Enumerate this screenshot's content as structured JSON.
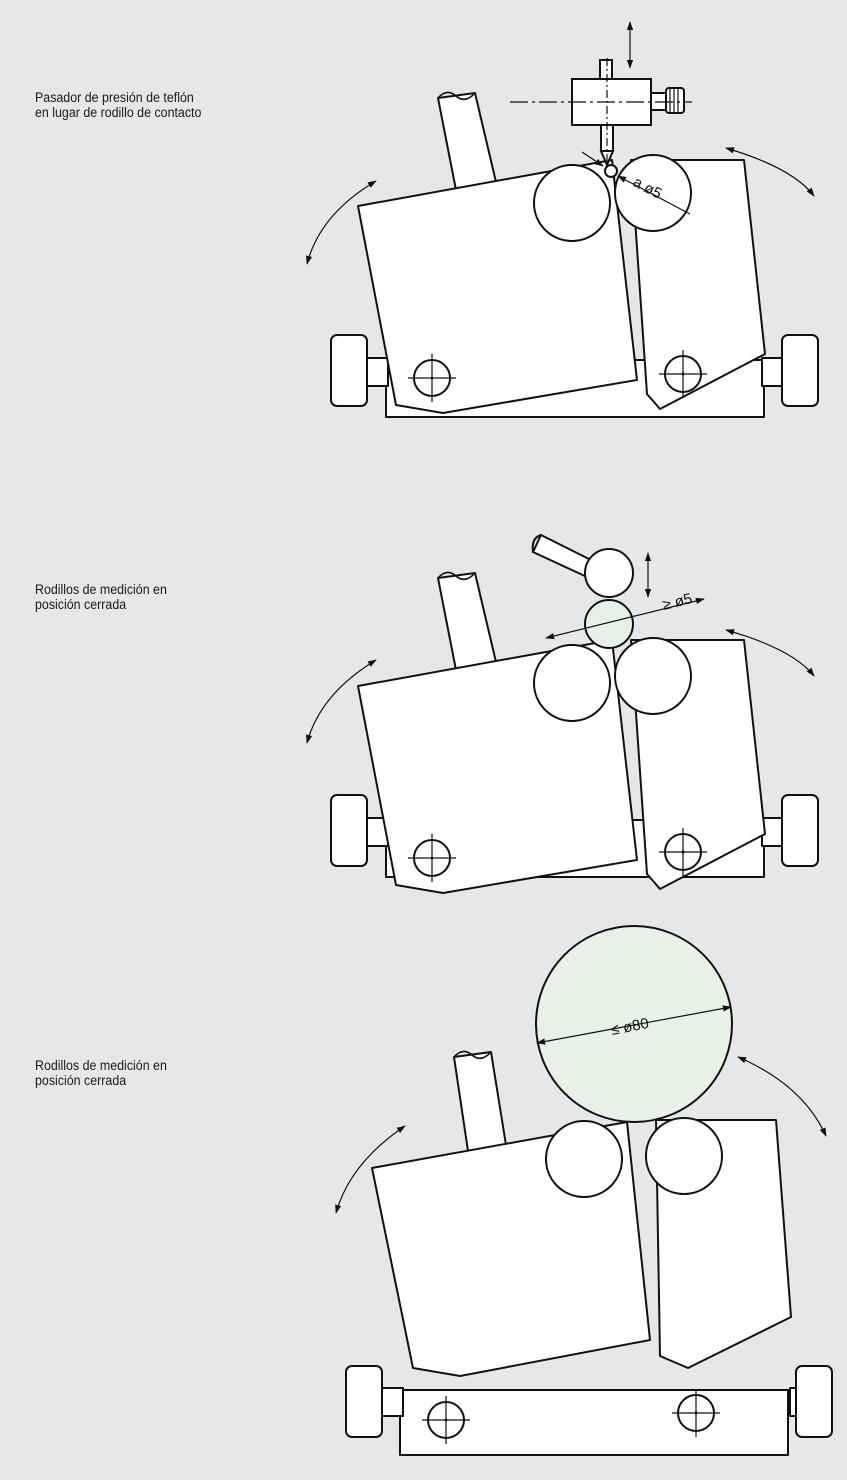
{
  "sections": [
    {
      "caption_lines": [
        "Pasador de presión de teflón",
        "en lugar de rodillo de contacto"
      ],
      "dimension_label": "a ø5"
    },
    {
      "caption_lines": [
        "Rodillos de medición en",
        "posición cerrada"
      ],
      "dimension_label": "≥ ø5"
    },
    {
      "caption_lines": [
        "Rodillos de medición en",
        "posición cerrada"
      ],
      "dimension_label": "≤ ø80"
    }
  ],
  "colors": {
    "background": "#e6e7e8",
    "line": "#111111",
    "part_fill": "#ffffff",
    "specimen_fill": "#e5f2e5"
  }
}
